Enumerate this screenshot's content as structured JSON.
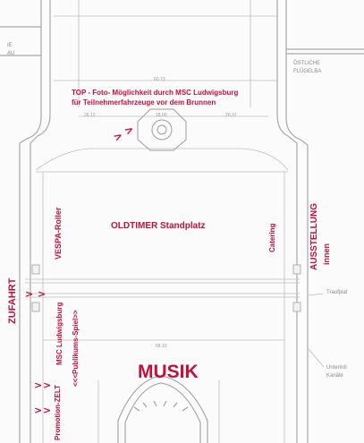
{
  "labels": {
    "top_line1": "TOP - Foto- Möglichkeit durch MSC Ludwigsburg",
    "top_line2": "für Teilnehmerfahrzeuge vor dem Brunnen",
    "oldtimer": "OLDTIMER Standplatz",
    "vespa": "VESPA-Roller",
    "catering": "Catering",
    "ausstellung_1": "AUSSTELLUNG",
    "ausstellung_2": "innen",
    "zufahrt": "ZUFAHRT",
    "msc": "MSC Ludwigsburg",
    "publikum": "<<<Publikums-Spiel>>",
    "promotion": "Promotion-ZELT",
    "musik": "MUSIK"
  },
  "arrows": {
    "upper": "> >",
    "mid_left": ">",
    "mid_right": ">",
    "low1_left": ">",
    "low1_right": ">",
    "low2_left": ">",
    "low2_right": ">"
  },
  "plan_text": {
    "left_top_1": "IE",
    "left_top_2": "AU",
    "east_wing_1": "ÖSTLICHE",
    "east_wing_2": "FLÜGELBA",
    "traufplat": "Traufplat",
    "unterirdisch_1": "Unterirdi",
    "unterirdisch_2": "Kanäle",
    "dim_top": "60.73",
    "dim_left": "26.12",
    "dim_center": "18.00",
    "dim_right": "26.37",
    "dim_bottom": "68.10"
  },
  "colors": {
    "accent": "#c4103c",
    "line": "#b5b5b5"
  }
}
